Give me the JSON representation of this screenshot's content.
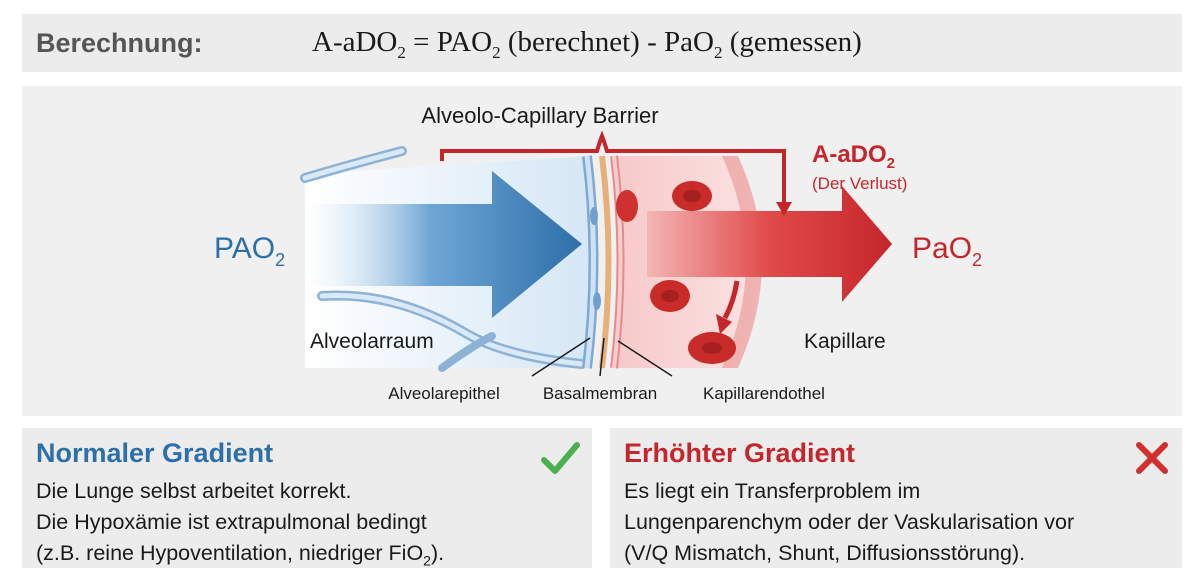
{
  "header": {
    "label": "Berechnung:",
    "formula": {
      "lhs": "A-aDO",
      "sub1": "2",
      "eq": " = PAO",
      "sub2": "2",
      "middle": " (berechnet) - PaO",
      "sub3": "2",
      "tail": " (gemessen)"
    }
  },
  "diagram": {
    "barrier_title": "Alveolo-Capillary Barrier",
    "left_label": {
      "main": "PAO",
      "sub": "2"
    },
    "right_label": {
      "main": "PaO",
      "sub": "2"
    },
    "gradient_label": {
      "main": "A-aDO",
      "sub": "2",
      "note": "(Der Verlust)"
    },
    "region_left": "Alveolarraum",
    "region_right": "Kapillare",
    "layers": [
      "Alveolarepithel",
      "Basalmembran",
      "Kapillarendothel"
    ],
    "colors": {
      "blue": "#2d6fa8",
      "red": "#c5262b"
    }
  },
  "panels": {
    "normal": {
      "title": "Normaler Gradient",
      "icon": "check-icon",
      "line1": "Die Lunge selbst arbeitet korrekt.",
      "line2": "Die Hypoxämie ist extrapulmonal bedingt",
      "line3_pre": "(z.B. reine Hypoventilation, niedriger FiO",
      "line3_sub": "2",
      "line3_post": ")."
    },
    "elevated": {
      "title": "Erhöhter Gradient",
      "icon": "cross-icon",
      "line1": "Es liegt ein Transferproblem im",
      "line2": "Lungenparenchym oder der Vaskularisation vor",
      "line3": "(V/Q Mismatch, Shunt, Diffusionsstörung)."
    }
  }
}
